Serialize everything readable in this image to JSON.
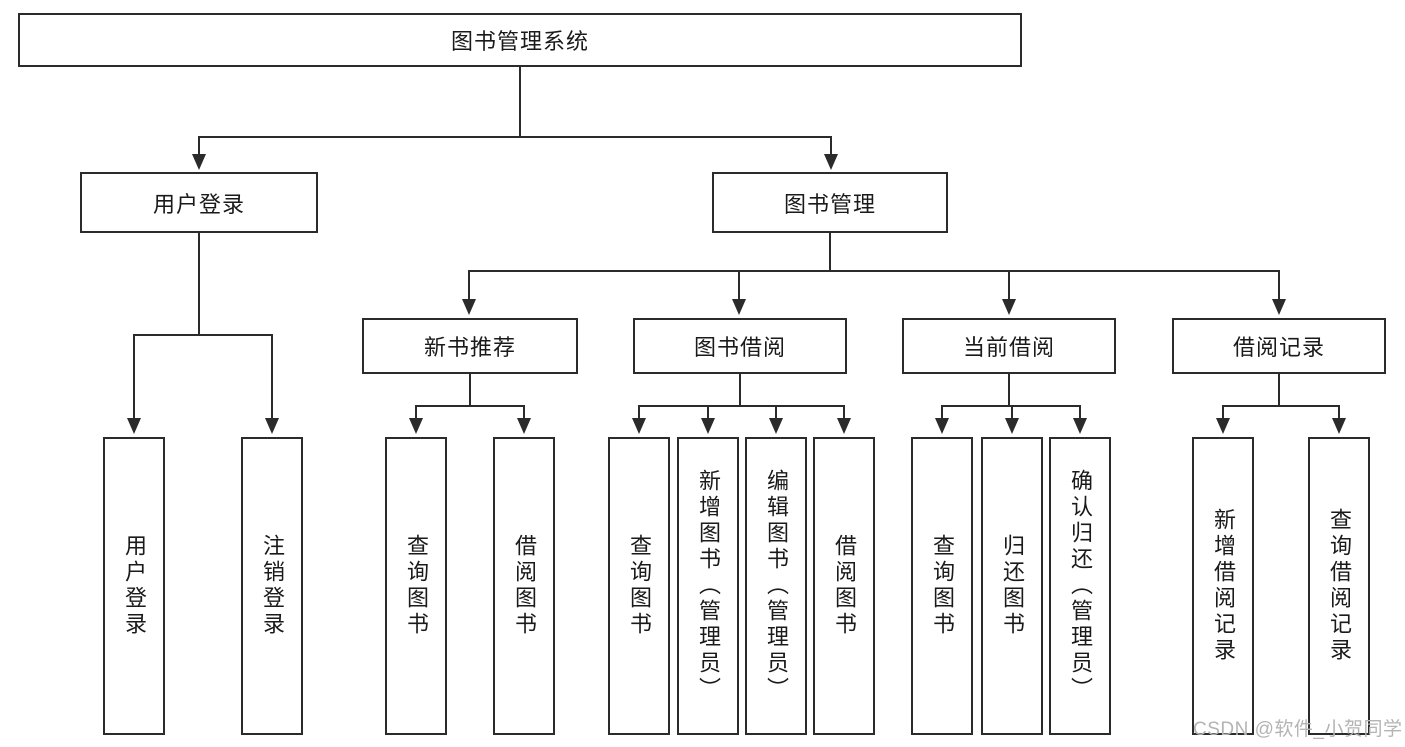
{
  "diagram": {
    "title": "图书管理系统",
    "type": "hierarchy-tree",
    "root": {
      "label": "图书管理系统"
    },
    "level2": [
      {
        "label": "用户登录"
      },
      {
        "label": "图书管理"
      }
    ],
    "level3": [
      {
        "label": "新书推荐"
      },
      {
        "label": "图书借阅"
      },
      {
        "label": "当前借阅"
      },
      {
        "label": "借阅记录"
      }
    ],
    "leaves": {
      "user_login": [
        {
          "label": "用户登录"
        },
        {
          "label": "注销登录"
        }
      ],
      "new_book_recommend": [
        {
          "label": "查询图书"
        },
        {
          "label": "借阅图书"
        }
      ],
      "book_borrow": [
        {
          "label": "查询图书"
        },
        {
          "label": "新增图书（管理员）"
        },
        {
          "label": "编辑图书（管理员）"
        },
        {
          "label": "借阅图书"
        }
      ],
      "current_borrow": [
        {
          "label": "查询图书"
        },
        {
          "label": "归还图书"
        },
        {
          "label": "确认归还（管理员）"
        }
      ],
      "borrow_record": [
        {
          "label": "新增借阅记录"
        },
        {
          "label": "查询借阅记录"
        }
      ]
    }
  },
  "watermark": {
    "text": "CSDN @软件_小贺同学"
  },
  "colors": {
    "stroke": "#2b2b2b",
    "background": "#ffffff",
    "text": "#1a1a1a",
    "watermark": "#b4b4b4"
  }
}
